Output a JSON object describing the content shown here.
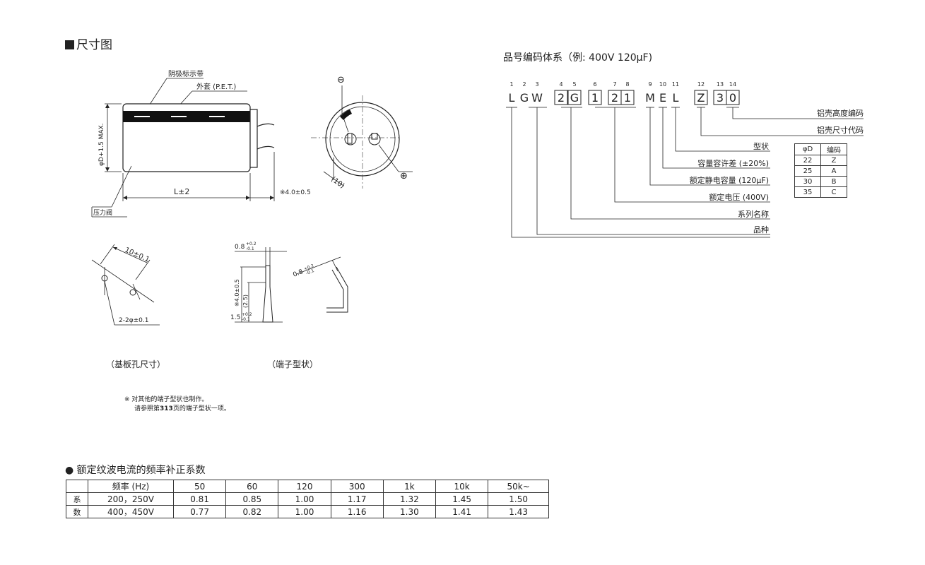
{
  "section_title": "尺寸图",
  "dimension_drawing": {
    "stripe_label": "阴极标示带",
    "sleeve_label": "外套 (P.E.T.)",
    "diameter_label": "φD+1.5 MAX.",
    "length_label": "L±2",
    "terminal_length_label": "※4.0±0.5",
    "vent_label": "压力阀",
    "minus_mark": "⊖",
    "plus_mark": "⊕",
    "offset_label": "(10)",
    "hole_pitch_label": "10±0.1",
    "hole_label": "2-2φ±0.1",
    "terminal_width_top": "0.8",
    "terminal_width_top_tol_plus": "+0.2",
    "terminal_width_top_tol_minus": "-0.1",
    "terminal_length_vertical": "※4.0±0.5",
    "terminal_inner_length": "(2.5)",
    "terminal_width_bottom": "1.5",
    "terminal_width_bottom_tol_plus": "+0.2",
    "terminal_width_bottom_tol_minus": "-0.1",
    "caption_hole": "（基板孔尺寸）",
    "caption_terminal": "（端子型状）",
    "note_line1": "※ 对其他的端子型状也制作。",
    "note_line2_pre": "请参照第",
    "note_line2_page": "313",
    "note_line2_post": "页的端子型状一项。"
  },
  "part_number": {
    "title": "品号编码体系（例: 400V 120μF)",
    "positions": [
      "1",
      "2",
      "3",
      "4",
      "5",
      "6",
      "7",
      "8",
      "9",
      "10",
      "11",
      "12",
      "13",
      "14"
    ],
    "chars": [
      "L",
      "G",
      "W",
      "2",
      "G",
      "1",
      "2",
      "1",
      "M",
      "E",
      "L",
      "Z",
      "3",
      "0"
    ],
    "boxed": [
      false,
      false,
      false,
      true,
      true,
      true,
      true,
      true,
      false,
      false,
      false,
      true,
      true,
      true
    ],
    "labels": {
      "case_height": "铝壳高度编码",
      "case_size": "铝壳尺寸代码",
      "shape": "型状",
      "tolerance": "容量容许差 (±20%)",
      "capacitance": "额定静电容量 (120μF)",
      "voltage": "额定电压 (400V)",
      "series": "系列名称",
      "type": "品种"
    },
    "size_table": {
      "headers": [
        "φD",
        "编码"
      ],
      "rows": [
        [
          "22",
          "Z"
        ],
        [
          "25",
          "A"
        ],
        [
          "30",
          "B"
        ],
        [
          "35",
          "C"
        ]
      ]
    }
  },
  "ripple": {
    "title": "● 额定纹波电流的频率补正系数",
    "freq_header": "频率 (Hz)",
    "frequencies": [
      "50",
      "60",
      "120",
      "300",
      "1k",
      "10k",
      "50k~"
    ],
    "coef_label_1": "系",
    "coef_label_2": "数",
    "rows": [
      {
        "voltage": "200，250V",
        "values": [
          "0.81",
          "0.85",
          "1.00",
          "1.17",
          "1.32",
          "1.45",
          "1.50"
        ]
      },
      {
        "voltage": "400，450V",
        "values": [
          "0.77",
          "0.82",
          "1.00",
          "1.16",
          "1.30",
          "1.41",
          "1.43"
        ]
      }
    ]
  }
}
